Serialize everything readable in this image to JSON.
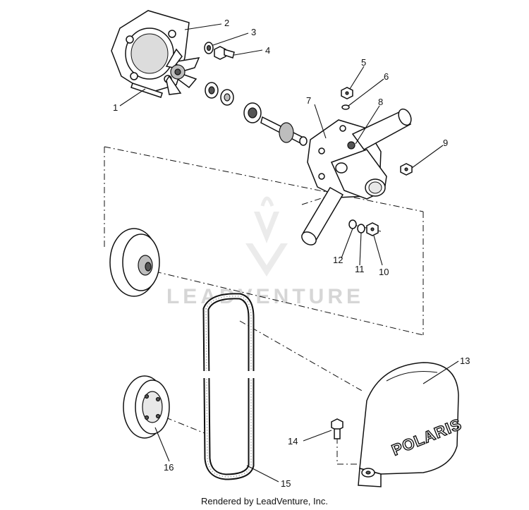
{
  "watermark": "LEADVENTURE",
  "credit": "Rendered by LeadVenture, Inc.",
  "decal_text": "POLARIS",
  "callouts": [
    "1",
    "2",
    "3",
    "4",
    "5",
    "6",
    "7",
    "8",
    "9",
    "10",
    "11",
    "12",
    "13",
    "14",
    "15",
    "16"
  ]
}
